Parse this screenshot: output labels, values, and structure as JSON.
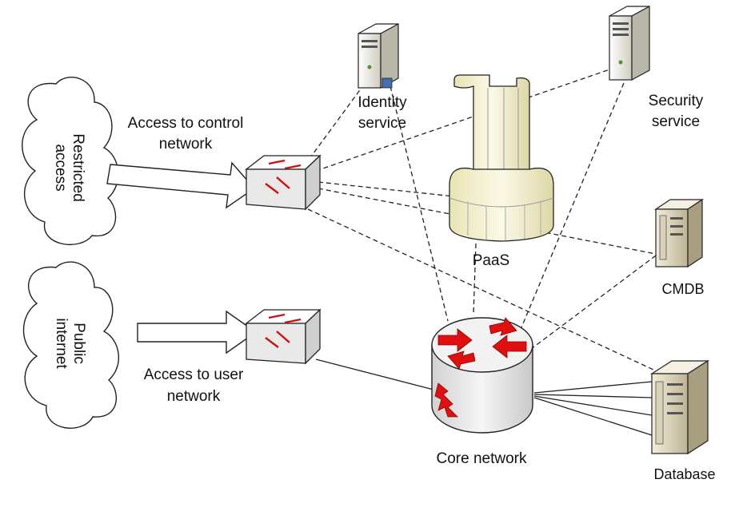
{
  "labels": {
    "restricted_line1": "Restricted",
    "restricted_line2": "access",
    "public_line1": "Public",
    "public_line2": "internet",
    "control_line1": "Access to control",
    "control_line2": "network",
    "user_line1": "Access to user",
    "user_line2": "network",
    "identity_line1": "Identity",
    "identity_line2": "service",
    "security_line1": "Security",
    "security_line2": "service",
    "paas": "PaaS",
    "cmdb": "CMDB",
    "core": "Core network",
    "database": "Database"
  },
  "colors": {
    "arrow_red": "#e01010",
    "paas_fill": "#f4f1cf",
    "switch_fill": "#efefef",
    "router_fill": "#ececec",
    "server_fill": "#f0efe6",
    "cabinet_fill": "#e7e0cc",
    "line": "#222222"
  }
}
